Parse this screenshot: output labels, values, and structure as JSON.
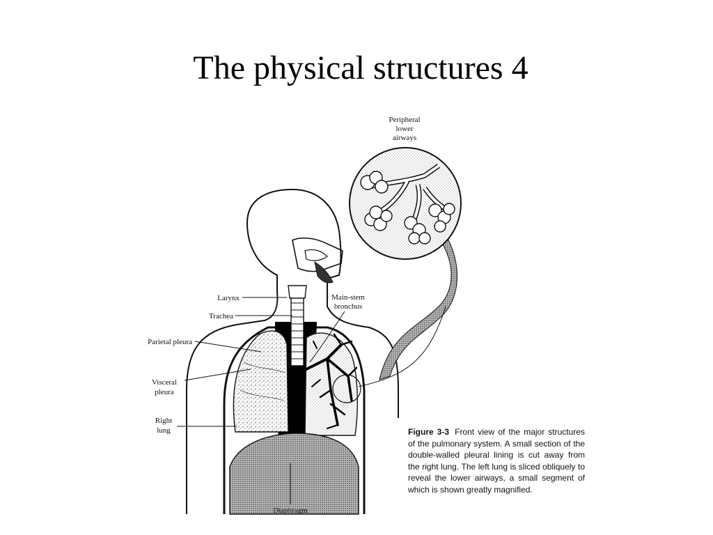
{
  "slide": {
    "title": "The physical structures 4"
  },
  "figure": {
    "labels": {
      "peripheral": [
        "Peripheral",
        "lower",
        "airways"
      ],
      "larynx": "Larynx",
      "trachea": "Trachea",
      "main_stem": [
        "Main-stem",
        "bronchus"
      ],
      "parietal_pleura": "Parietal pleura",
      "visceral_pleura": [
        "Visceral",
        "pleura"
      ],
      "right_lung": [
        "Right",
        "lung"
      ],
      "diaphragm": "Diaphragm"
    },
    "caption": {
      "label": "Figure 3-3",
      "text": "Front view of the major structures of the pulmonary system. A small section of the double-walled pleural lining is cut away from the right lung. The left lung is sliced obliquely to reveal the lower airways, a small segment of which is shown greatly magnified."
    }
  }
}
